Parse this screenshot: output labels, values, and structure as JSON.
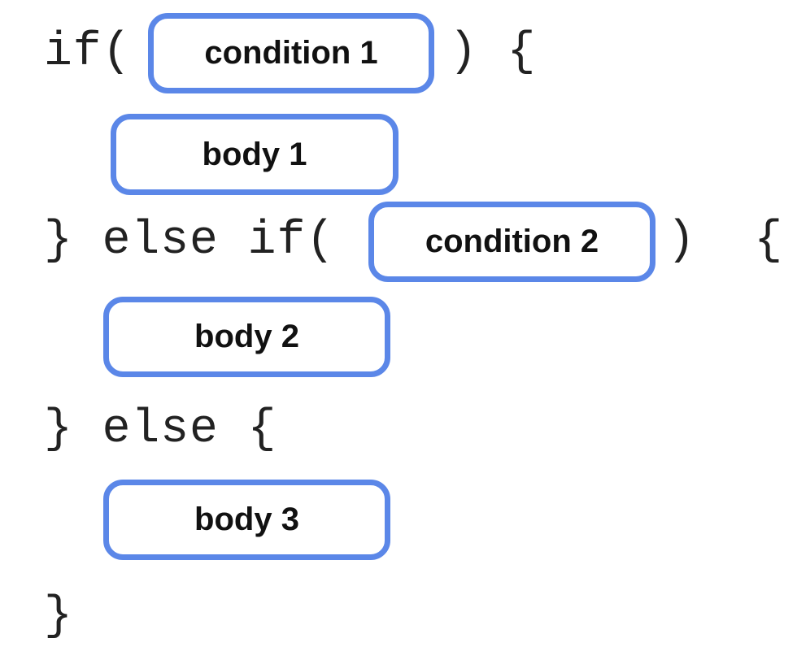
{
  "code": {
    "if_open": "if(",
    "if_close": ") {",
    "elseif_open": "} else if(",
    "elseif_close": ")  {",
    "else_open": "} else {",
    "final_close": "}"
  },
  "slots": {
    "condition1": "condition 1",
    "body1": "body 1",
    "condition2": "condition 2",
    "body2": "body 2",
    "body3": "body 3"
  },
  "colors": {
    "slot_border": "#5b87e8",
    "code_text": "#222222"
  }
}
